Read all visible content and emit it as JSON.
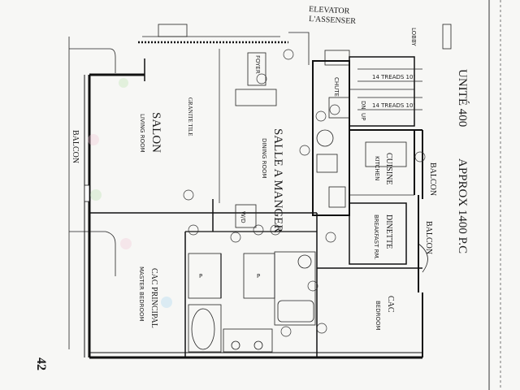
{
  "header": {
    "elevator": "ELEVATOR",
    "elevator_fr": "L'ASSENSER",
    "lobby": "LOBBY"
  },
  "unit": {
    "unit_label": "UNITÉ 400",
    "area_label": "APPROX 1400 P.C"
  },
  "page_number": "42",
  "rooms": {
    "salon": "SALON",
    "living_room": "LIVING ROOM",
    "granite_tile": "GRANITE TILE",
    "salle_a_manger": "SALLE A MANGER",
    "dining_room": "DINING ROOM",
    "foyer": "FOYER",
    "cuisine": "CUISINE",
    "kitchen": "KITCHEN",
    "dinette": "DINETTE",
    "breakfast_rm": "BREAKFAST RM.",
    "cac": "CAC",
    "bedroom": "BEDROOM",
    "cac_principal": "CAC PRINCIPAL",
    "master_bedroom": "MASTER BEDROOM",
    "chute": "CHUTE",
    "balcon_left": "BALCON",
    "balcon_right_top": "BALCON",
    "balcon_right": "BALCON",
    "wd": "W/D",
    "p1": "P",
    "p2": "P",
    "treads_top": "14 TREADS 10'",
    "treads_bottom": "14 TREADS 10'",
    "dn": "DN",
    "up": "UP"
  }
}
